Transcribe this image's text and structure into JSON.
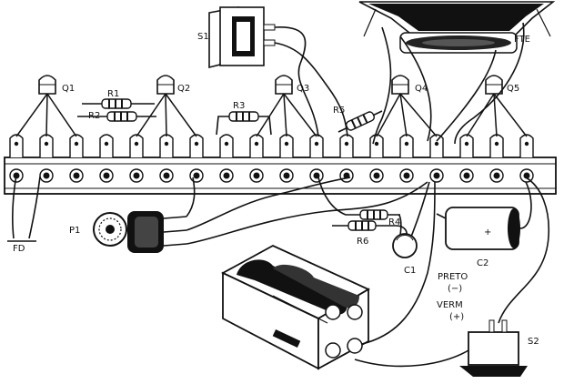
{
  "labels": {
    "s1": "S1",
    "fte": "FTE",
    "q1": "Q1",
    "q2": "Q2",
    "q3": "Q3",
    "q4": "Q4",
    "q5": "Q5",
    "r1": "R1",
    "r2": "R2",
    "r3": "R3",
    "r5": "R5",
    "r4": "R4",
    "r6": "R6",
    "p1": "P1",
    "fd": "FD",
    "c1": "C1",
    "c2": "C2",
    "c2_plus": "+",
    "preto": "PRETO",
    "preto_pol": "(−)",
    "verm": "VERM",
    "verm_pol": "(+)",
    "s2": "S2"
  }
}
